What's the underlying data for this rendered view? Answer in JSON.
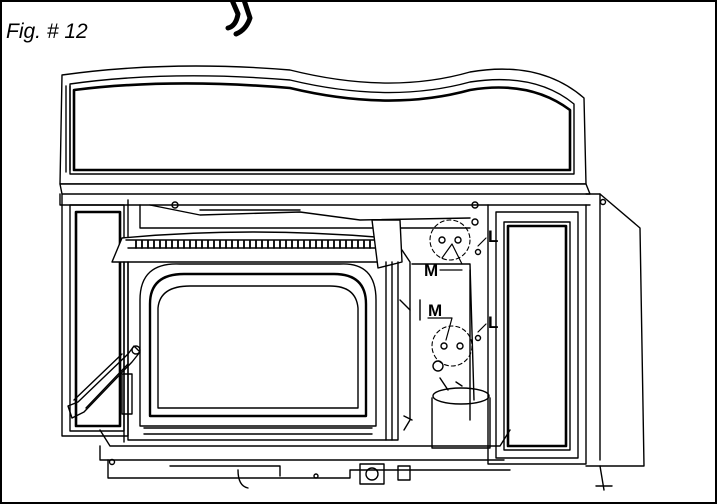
{
  "figure": {
    "label": "Fig. # 12"
  },
  "callouts": {
    "m_upper": "M",
    "m_lower": "M",
    "l_upper": "L",
    "l_lower": "L"
  }
}
